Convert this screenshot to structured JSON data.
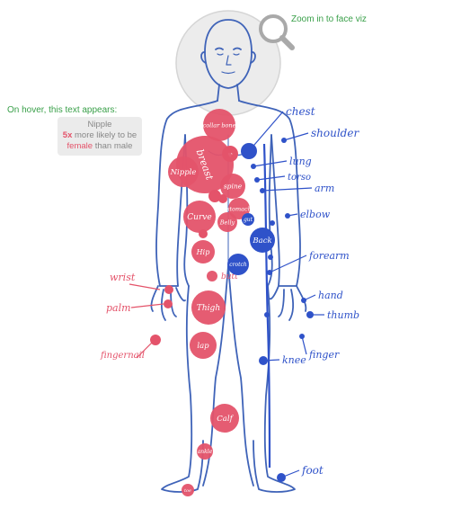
{
  "zoom_link": "Zoom in to face viz",
  "hover_note": "On hover, this text appears:",
  "tooltip": {
    "line1": "Nipple",
    "line2_num": "5x",
    "line2_rest": " more likely to be",
    "line3_hl": "female",
    "line3_rest": " than male"
  },
  "colors": {
    "female": "#e4536a",
    "male": "#2f52c9",
    "figure": "#3f63b8",
    "zoom": "#3aa04a"
  },
  "female_bubbles": [
    {
      "label": "collar bone",
      "name": "bubble-collarbone"
    },
    {
      "label": "breast",
      "name": "bubble-breast"
    },
    {
      "label": "Nipple",
      "name": "bubble-nipple"
    },
    {
      "label": "spine",
      "name": "bubble-spine"
    },
    {
      "label": "stomach",
      "name": "bubble-stomach"
    },
    {
      "label": "Curve",
      "name": "bubble-curve"
    },
    {
      "label": "Belly",
      "name": "bubble-belly"
    },
    {
      "label": "Hip",
      "name": "bubble-hip"
    },
    {
      "label": "butt",
      "name": "bubble-butt"
    },
    {
      "label": "Thigh",
      "name": "bubble-thigh"
    },
    {
      "label": "lap",
      "name": "bubble-lap"
    },
    {
      "label": "Calf",
      "name": "bubble-calf"
    },
    {
      "label": "ankle",
      "name": "bubble-ankle"
    },
    {
      "label": "toe",
      "name": "bubble-toe"
    }
  ],
  "female_outside": [
    {
      "label": "wrist",
      "name": "label-wrist"
    },
    {
      "label": "palm",
      "name": "label-palm"
    },
    {
      "label": "fingernail",
      "name": "label-fingernail"
    }
  ],
  "male_labels": [
    {
      "label": "chest",
      "name": "label-chest"
    },
    {
      "label": "shoulder",
      "name": "label-shoulder"
    },
    {
      "label": "lung",
      "name": "label-lung"
    },
    {
      "label": "torso",
      "name": "label-torso"
    },
    {
      "label": "arm",
      "name": "label-arm"
    },
    {
      "label": "elbow",
      "name": "label-elbow"
    },
    {
      "label": "forearm",
      "name": "label-forearm"
    },
    {
      "label": "hand",
      "name": "label-hand"
    },
    {
      "label": "thumb",
      "name": "label-thumb"
    },
    {
      "label": "finger",
      "name": "label-finger"
    },
    {
      "label": "knee",
      "name": "label-knee"
    },
    {
      "label": "foot",
      "name": "label-foot"
    }
  ],
  "male_bubbles": [
    {
      "label": "Back",
      "name": "bubble-back"
    },
    {
      "label": "crotch",
      "name": "bubble-crotch"
    },
    {
      "label": "gut",
      "name": "bubble-gut"
    }
  ]
}
